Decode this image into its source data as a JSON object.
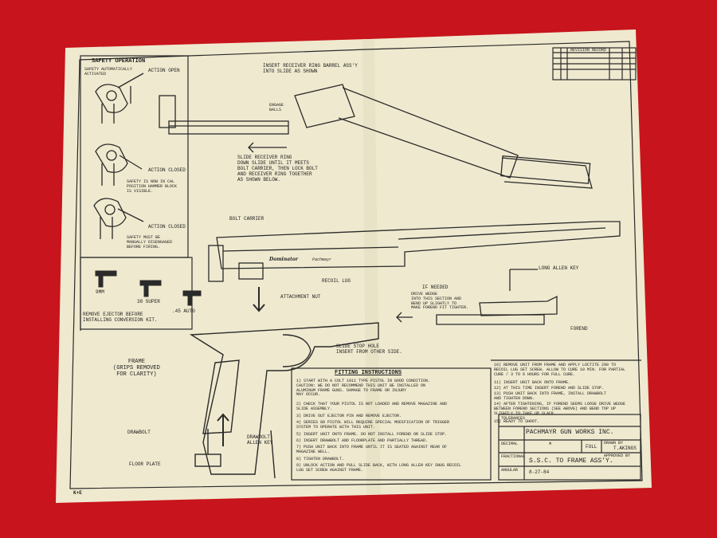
{
  "scene": {
    "description_colors": {
      "background": "#c8141c",
      "paper": "#efe9cf",
      "ink": "#2a2a2a"
    }
  },
  "drawing": {
    "safety_operation_title": "SAFETY OPERATION",
    "safety_auto": "SAFETY AUTOMATICALLY\nACTIVATED",
    "action_open": "ACTION OPEN",
    "action_closed_1": "ACTION CLOSED",
    "safety_note_1": "SAFETY IS NOW IN CAL\nPOSITION HAMMER BLOCK\nIS VISIBLE.",
    "action_closed_2": "ACTION CLOSED",
    "safety_note_2": "SAFETY MUST BE\nMANUALLY DISENGAGED\nBEFORE FIRING.",
    "insert_receiver": "INSERT RECEIVER RING BARREL ASS'Y\nINTO SLIDE AS SHOWN",
    "engage_balls": "ENGAGE\nBALLS",
    "slide_receiver": "SLIDE RECEIVER RING\nDOWN SLIDE UNTIL IT MEETS\nBOLT CARRIER, THEN LOCK BOLT\nAND RECEIVER RING TOGETHER\nAS SHOWN BELOW.",
    "bolt_carrier": "BOLT CARRIER",
    "brand_script": "Dominator",
    "brand_small": "Pachmayr",
    "recoil_lug": "RECOIL LUG",
    "long_allen_key": "LONG ALLEN KEY",
    "if_needed": "IF NEEDED",
    "drive_wedge": "DRIVE WEDGE\nINTO THIS SECTION AND\nBEND UP SLIGHTLY TO\nMAKE FOREND FIT TIGHTER.",
    "forend": "FOREND",
    "attachment_nut": "ATTACHMENT NUT",
    "cal_9mm": "9MM",
    "cal_38": "38 SUPER",
    "cal_45": ".45 AUTO",
    "remove_ejector": "REMOVE EJECTOR BEFORE\nINSTALLING CONVERSION KIT.",
    "slide_stop_hole": "SLIDE STOP HOLE\nINSERT FROM OTHER SIDE.",
    "frame": "FRAME\n(GRIPS REMOVED\nFOR CLARITY)",
    "drawbolt": "DRAWBOLT",
    "drawbolt_allen": "DRAWBOLT\nALLEN KEY",
    "floor_plate": "FLOOR PLATE",
    "fitting_title": "FITTING INSTRUCTIONS",
    "fit_1": "1) START WITH A COLT 1911 TYPE PISTOL IN GOOD CONDITION.\nCAUTION: WE DO NOT RECOMMEND THIS UNIT BE INSTALLED ON\nALUMINUM FRAME GUNS. DAMAGE TO FRAME OR INJURY\nMAY OCCUR.",
    "fit_2": "2) CHECK THAT YOUR PISTOL IS NOT LOADED AND REMOVE MAGAZINE AND\nSLIDE ASSEMBLY.",
    "fit_3": "3) DRIVE OUT EJECTOR PIN AND REMOVE EJECTOR.",
    "fit_4": "4) SERIES 80 PISTOL WILL REQUIRE SPECIAL MODIFICATION OF TRIGGER\nSYSTEM TO OPERATE WITH THIS UNIT.",
    "fit_5": "5) INSERT UNIT ONTO FRAME. DO NOT INSTALL FOREND OR SLIDE STOP.",
    "fit_6": "6) INSERT DRAWBOLT AND FLOORPLATE AND PARTIALLY THREAD.",
    "fit_7": "7) PUSH UNIT BACK INTO FRAME UNTIL IT IS SEATED AGAINST REAR OF\nMAGAZINE WELL.",
    "fit_8": "8) TIGHTEN DRAWBOLT.",
    "fit_9": "9) UNLOCK ACTION AND PULL SLIDE BACK, WITH LONG ALLEN KEY SNUG RECOIL\nLUG SET SCREW AGAINST FRAME.",
    "fit_10": "10) REMOVE UNIT FROM FRAME AND APPLY LOCTITE 290 TO\nRECOIL LUG SET SCREW. ALLOW TO CURE 10 MIN. FOR PARTIAL\nCURE / 3 TO 6 HOURS FOR FULL CURE.",
    "fit_11": "11) INSERT UNIT BACK ONTO FRAME.",
    "fit_12": "12) AT THIS TIME INSERT FOREND AND SLIDE STOP.",
    "fit_13": "13) PUSH UNIT BACK INTO FRAME, INSTALL DRAWBOLT\nAND TIGHTEN DOWN.",
    "fit_14": "14) AFTER TIGHTENING, IF FOREND SEEMS LOOSE DRIVE WEDGE\nBETWEEN FOREND SECTIONS (SEE ABOVE) AND BEND TOP UP\nSLIGHTLY TO TAKE UP SLACK.",
    "fit_15": "15) READY TO SHOOT.",
    "company": "PACHMAYR GUN WORKS INC.",
    "tolerances": "TOLERANCES",
    "decimal": "DECIMAL",
    "fractional": "FRACTIONAL",
    "angular": "ANGULAR",
    "star": "*",
    "scale_value": "FULL",
    "drawn_by": "DRAWN BY",
    "drawn_by_value": "T.AKINGS",
    "approved": "APPROVED BY",
    "title_value": "S.S.C. TO FRAME ASS'Y.",
    "date_value": "8-27-84",
    "revision_header": "REVISION RECORD",
    "footer": "K+E"
  }
}
